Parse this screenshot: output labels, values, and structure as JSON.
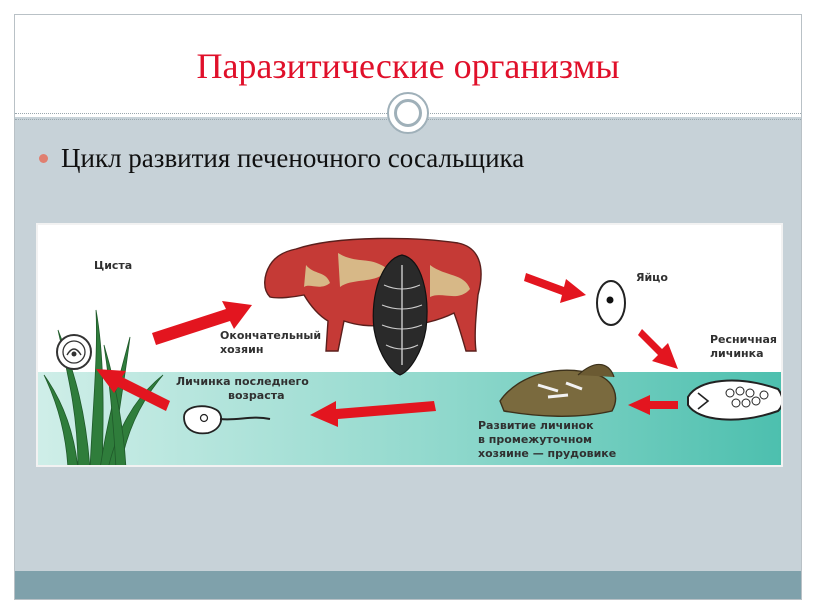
{
  "slide": {
    "title": "Паразитические организмы",
    "bullet": "Цикл развития печеночного сосальщика"
  },
  "diagram": {
    "labels": {
      "cyst": "Циста",
      "egg": "Яйцо",
      "final_host_1": "Окончательный",
      "final_host_2": "хозяин",
      "ciliated_1": "Ресничная",
      "ciliated_2": "личинка",
      "last_larva_1": "Личинка последнего",
      "last_larva_2": "возраста",
      "dev_1": "Развитие личинок",
      "dev_2": "в промежуточном",
      "dev_3": "хозяине — прудовике"
    }
  },
  "colors": {
    "title": "#e0102a",
    "arrows": "#e3151f",
    "water": "#5ec7b8",
    "bottom_bar": "#7fa1ab",
    "background": "#c7d2d8"
  }
}
